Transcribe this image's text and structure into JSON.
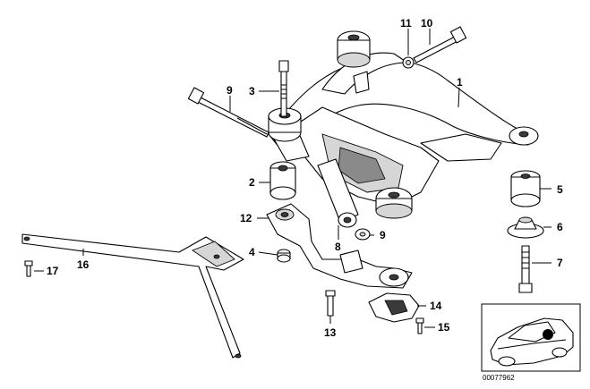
{
  "diagram": {
    "callouts": [
      {
        "id": "1",
        "label": "1"
      },
      {
        "id": "2",
        "label": "2"
      },
      {
        "id": "3",
        "label": "3"
      },
      {
        "id": "4",
        "label": "4"
      },
      {
        "id": "5",
        "label": "5"
      },
      {
        "id": "6",
        "label": "6"
      },
      {
        "id": "7",
        "label": "7"
      },
      {
        "id": "8",
        "label": "8"
      },
      {
        "id": "9a",
        "label": "9"
      },
      {
        "id": "9b",
        "label": "9"
      },
      {
        "id": "10",
        "label": "10"
      },
      {
        "id": "11",
        "label": "11"
      },
      {
        "id": "12",
        "label": "12"
      },
      {
        "id": "13",
        "label": "13"
      },
      {
        "id": "14",
        "label": "14"
      },
      {
        "id": "15",
        "label": "15"
      },
      {
        "id": "16",
        "label": "16"
      },
      {
        "id": "17",
        "label": "17"
      }
    ],
    "reference_number": "00077962"
  }
}
